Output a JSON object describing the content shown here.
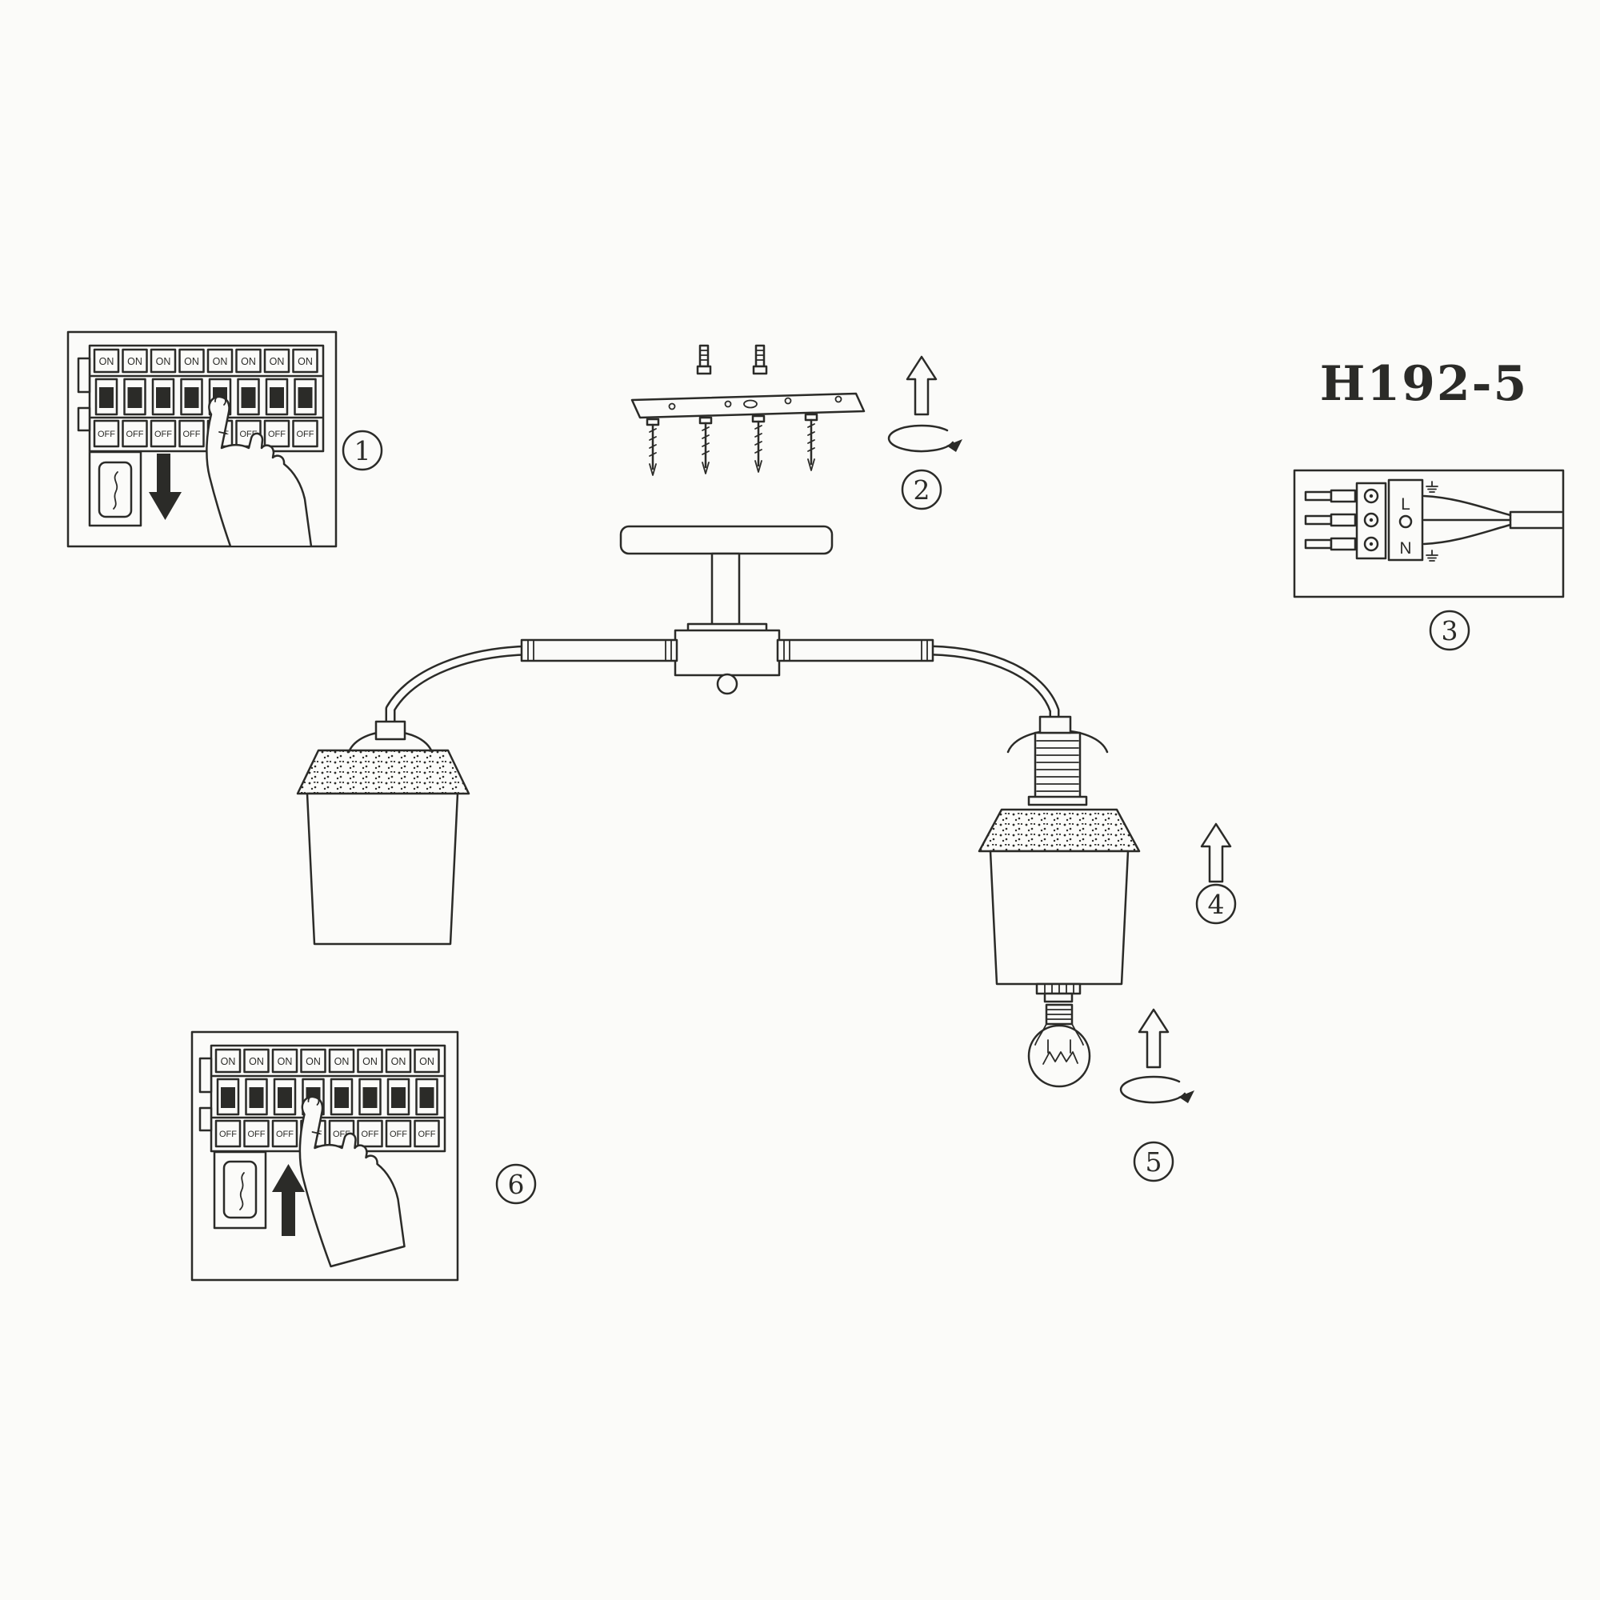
{
  "title": "H192-5",
  "colors": {
    "ink": "#2b2b28",
    "paper": "#fbfbf9"
  },
  "panel_labels": {
    "on": "ON",
    "off": "OFF"
  },
  "terminal_labels": {
    "line": "L",
    "neutral": "N"
  },
  "steps": [
    {
      "number": "1"
    },
    {
      "number": "2"
    },
    {
      "number": "3"
    },
    {
      "number": "4"
    },
    {
      "number": "5"
    },
    {
      "number": "6"
    }
  ],
  "icons": {
    "step1_arrow": "down-arrow",
    "step2_arrows": "up-arrow, rotate-arrow",
    "step4_arrow": "up-arrow",
    "step5_arrows": "up-arrow, rotate-arrow",
    "step6_arrow": "up-arrow",
    "hands": "pointing-hand"
  }
}
